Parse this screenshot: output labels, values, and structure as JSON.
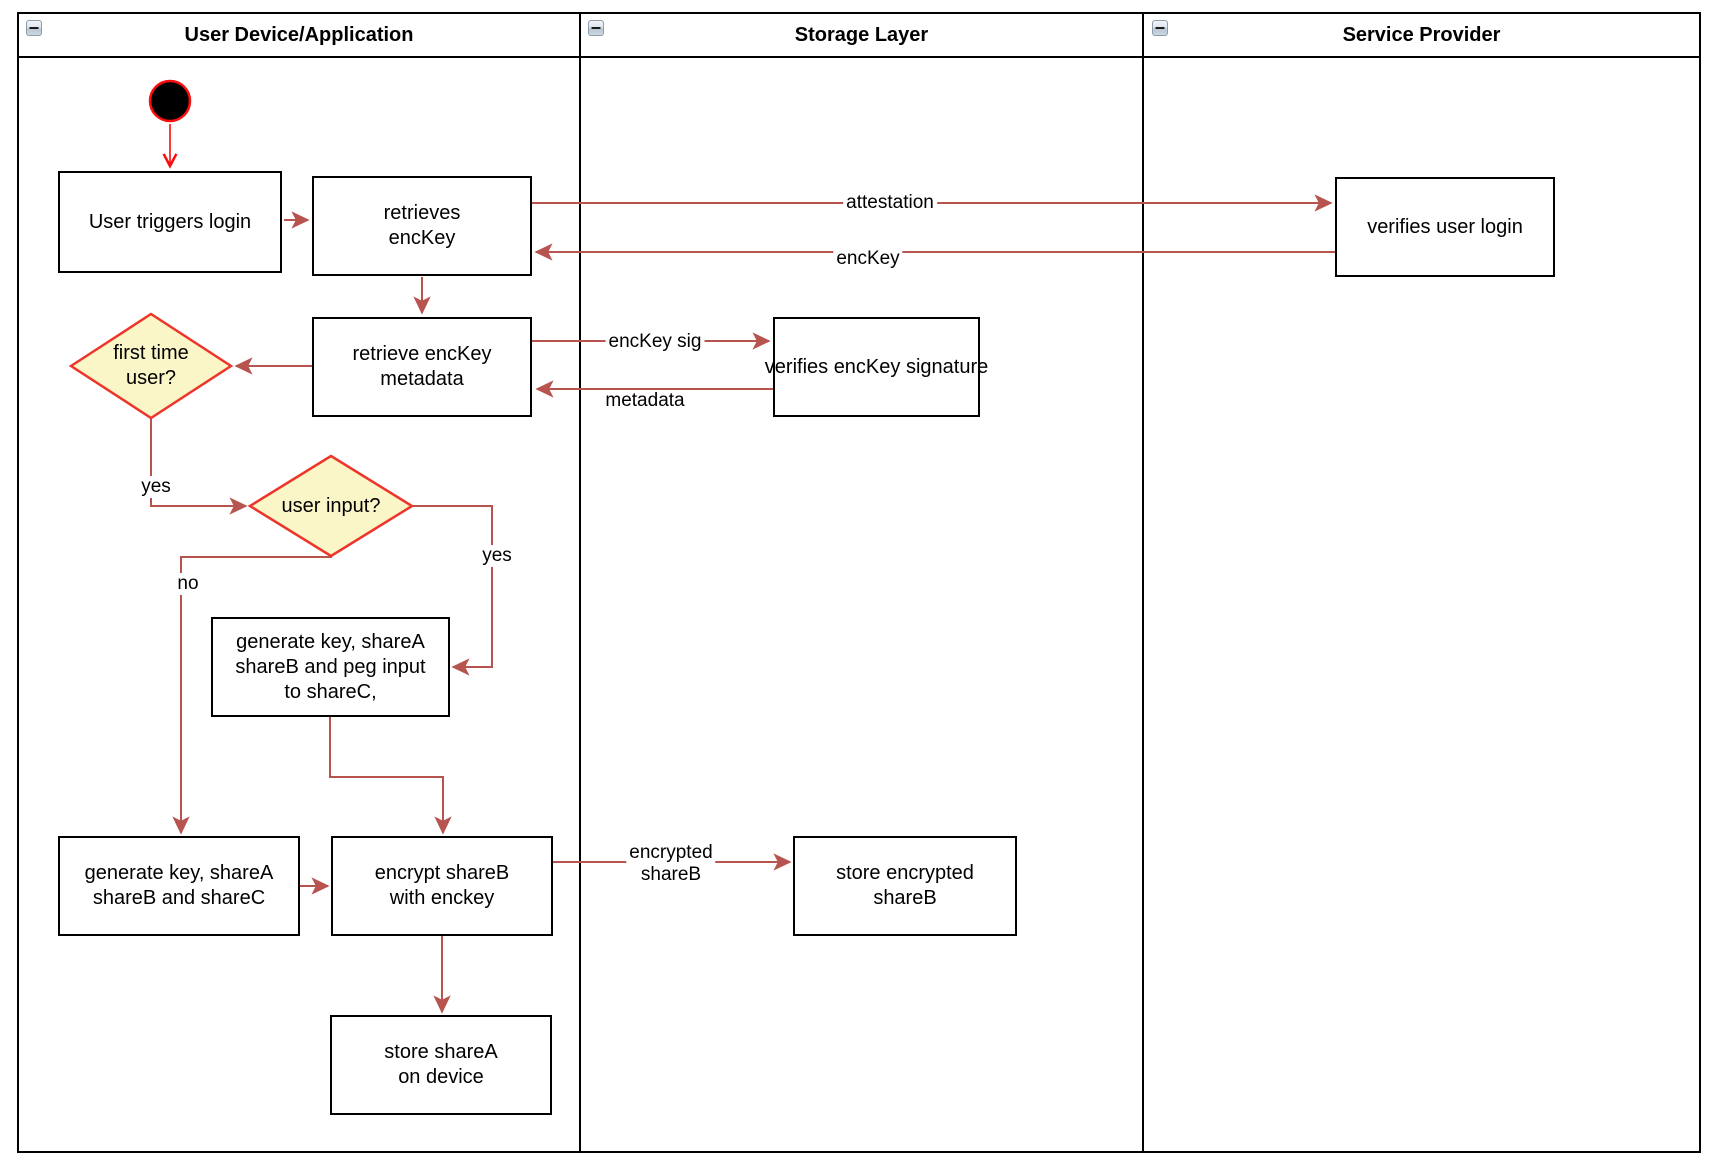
{
  "diagram_title": "key share login flow swimlane diagram",
  "lanes": [
    {
      "title": "User Device/Application"
    },
    {
      "title": "Storage Layer"
    },
    {
      "title": "Service Provider"
    }
  ],
  "nodes": {
    "user_triggers_login": {
      "lines": [
        "User triggers login"
      ]
    },
    "retrieves_enckey": {
      "lines": [
        "retrieves",
        "encKey"
      ]
    },
    "retrieve_enckey_metadata": {
      "lines": [
        "retrieve encKey",
        "metadata"
      ]
    },
    "first_time_user": {
      "lines": [
        "first time",
        "user?"
      ]
    },
    "user_input": {
      "lines": [
        "user input?"
      ]
    },
    "generate_key_peg_input": {
      "lines": [
        "generate key, shareA",
        "shareB and peg input",
        "to shareC,"
      ]
    },
    "generate_key_sharec": {
      "lines": [
        "generate key, shareA",
        "shareB and shareC"
      ]
    },
    "encrypt_shareb": {
      "lines": [
        "encrypt shareB",
        "with enckey"
      ]
    },
    "store_sharea": {
      "lines": [
        "store shareA",
        "on device"
      ]
    },
    "verifies_enckey_signature": {
      "lines": [
        "verifies encKey signature"
      ]
    },
    "store_encrypted_shareb": {
      "lines": [
        "store encrypted",
        "shareB"
      ]
    },
    "verifies_user_login": {
      "lines": [
        "verifies user login"
      ]
    }
  },
  "edge_labels": {
    "attestation": "attestation",
    "enckey_return": "encKey",
    "enckey_sig": "encKey sig",
    "metadata_return": "metadata",
    "yes_first_time": "yes",
    "yes_user_input": "yes",
    "no_user_input": "no",
    "encrypted_shareb": [
      "encrypted",
      "shareB"
    ]
  },
  "colors": {
    "arrow": "#B85450",
    "start_red": "#FB0D0D",
    "diamond_stroke": "#ED352A",
    "diamond_fill": "#FBF6C8",
    "node_fill": "#FFFFFF",
    "border_black": "#000000",
    "start_node_fill": "#000000"
  }
}
